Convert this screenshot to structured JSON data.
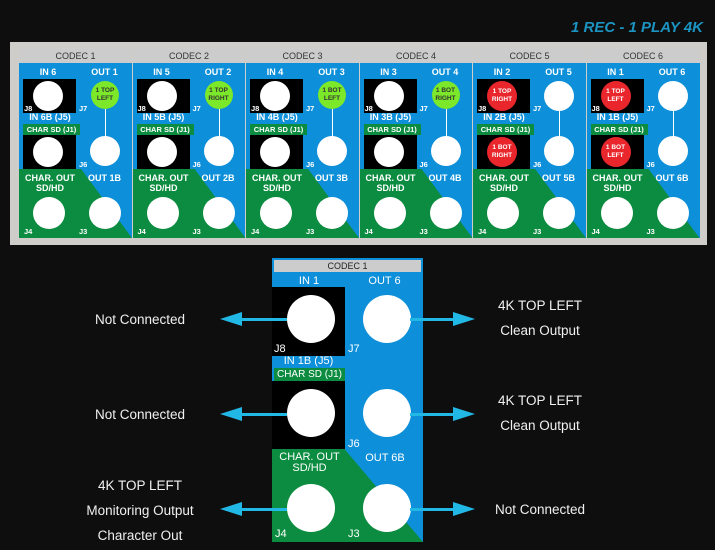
{
  "title": "1 REC - 1 PLAY 4K",
  "colors": {
    "blue": "#0e8fd9",
    "green": "#0c8c40",
    "lime": "#7be82a",
    "red": "#e8262c",
    "arrow": "#22b8e6",
    "title": "#1b94c2"
  },
  "codecs": [
    {
      "name": "CODEC 1",
      "in": "IN 6",
      "out": "OUT 1",
      "inb": "IN 6B (J5)",
      "outb": "OUT 1B",
      "out_badge": {
        "line1": "1 TOP",
        "line2": "LEFT",
        "color": "lime"
      },
      "in_badge": null,
      "in2_badge": null
    },
    {
      "name": "CODEC 2",
      "in": "IN 5",
      "out": "OUT 2",
      "inb": "IN 5B (J5)",
      "outb": "OUT 2B",
      "out_badge": {
        "line1": "1 TOP",
        "line2": "RIGHT",
        "color": "lime"
      },
      "in_badge": null,
      "in2_badge": null
    },
    {
      "name": "CODEC 3",
      "in": "IN 4",
      "out": "OUT 3",
      "inb": "IN 4B (J5)",
      "outb": "OUT 3B",
      "out_badge": {
        "line1": "1 BOT",
        "line2": "LEFT",
        "color": "lime"
      },
      "in_badge": null,
      "in2_badge": null
    },
    {
      "name": "CODEC 4",
      "in": "IN 3",
      "out": "OUT 4",
      "inb": "IN 3B (J5)",
      "outb": "OUT 4B",
      "out_badge": {
        "line1": "1 BOT",
        "line2": "RIGHT",
        "color": "lime"
      },
      "in_badge": null,
      "in2_badge": null
    },
    {
      "name": "CODEC 5",
      "in": "IN 2",
      "out": "OUT 5",
      "inb": "IN 2B (J5)",
      "outb": "OUT 5B",
      "out_badge": null,
      "in_badge": {
        "line1": "1 TOP",
        "line2": "RIGHT",
        "color": "red"
      },
      "in2_badge": {
        "line1": "1 BOT",
        "line2": "RIGHT",
        "color": "red"
      }
    },
    {
      "name": "CODEC 6",
      "in": "IN 1",
      "out": "OUT 6",
      "inb": "IN 1B (J5)",
      "outb": "OUT 6B",
      "out_badge": null,
      "in_badge": {
        "line1": "1 TOP",
        "line2": "LEFT",
        "color": "red"
      },
      "in2_badge": {
        "line1": "1 BOT",
        "line2": "LEFT",
        "color": "red"
      }
    }
  ],
  "common": {
    "char_sd": "CHAR SD (J1)",
    "char_out_1": "CHAR. OUT",
    "char_out_2": "SD/HD",
    "j8": "J8",
    "j7": "J7",
    "j6": "J6",
    "j4": "J4",
    "j3": "J3"
  },
  "detail": {
    "codec": "CODEC 1",
    "in": "IN 1",
    "out": "OUT 6",
    "inb": "IN 1B (J5)",
    "char_sd": "CHAR SD (J1)",
    "char_out_1": "CHAR. OUT",
    "char_out_2": "SD/HD",
    "outb": "OUT 6B",
    "j8": "J8",
    "j7": "J7",
    "j6": "J6",
    "j4": "J4",
    "j3": "J3"
  },
  "notes": {
    "left_1": "Not Connected",
    "left_2": "Not Connected",
    "left_3": [
      "4K TOP LEFT",
      "Monitoring Output",
      "Character Out"
    ],
    "right_1": [
      "4K TOP LEFT",
      "Clean Output"
    ],
    "right_2": [
      "4K TOP LEFT",
      "Clean Output"
    ],
    "right_3": "Not Connected"
  }
}
